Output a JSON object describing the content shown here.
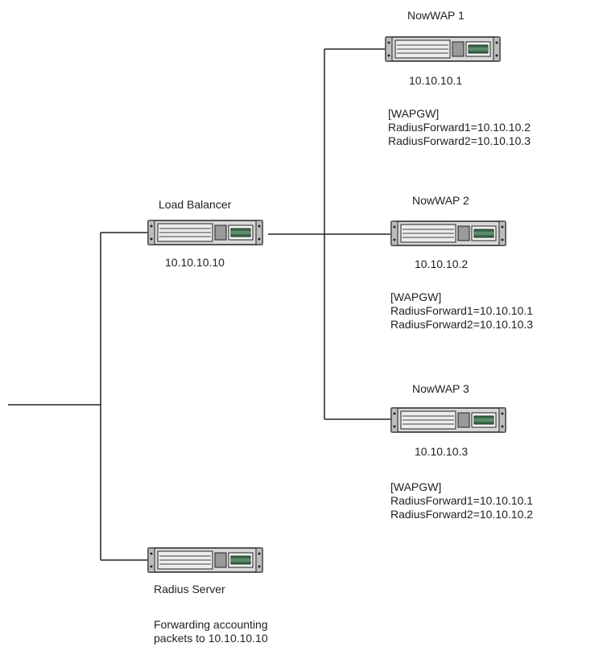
{
  "load_balancer": {
    "name": "Load Balancer",
    "ip": "10.10.10.10"
  },
  "nowwap1": {
    "name": "NowWAP 1",
    "ip": "10.10.10.1",
    "config": [
      "[WAPGW]",
      "RadiusForward1=10.10.10.2",
      "RadiusForward2=10.10.10.3"
    ]
  },
  "nowwap2": {
    "name": "NowWAP 2",
    "ip": "10.10.10.2",
    "config": [
      "[WAPGW]",
      "RadiusForward1=10.10.10.1",
      "RadiusForward2=10.10.10.3"
    ]
  },
  "nowwap3": {
    "name": "NowWAP 3",
    "ip": "10.10.10.3",
    "config": [
      "[WAPGW]",
      "RadiusForward1=10.10.10.1",
      "RadiusForward2=10.10.10.2"
    ]
  },
  "radius_server": {
    "name": "Radius Server",
    "note": [
      "Forwarding accounting",
      "packets to 10.10.10.10"
    ]
  }
}
